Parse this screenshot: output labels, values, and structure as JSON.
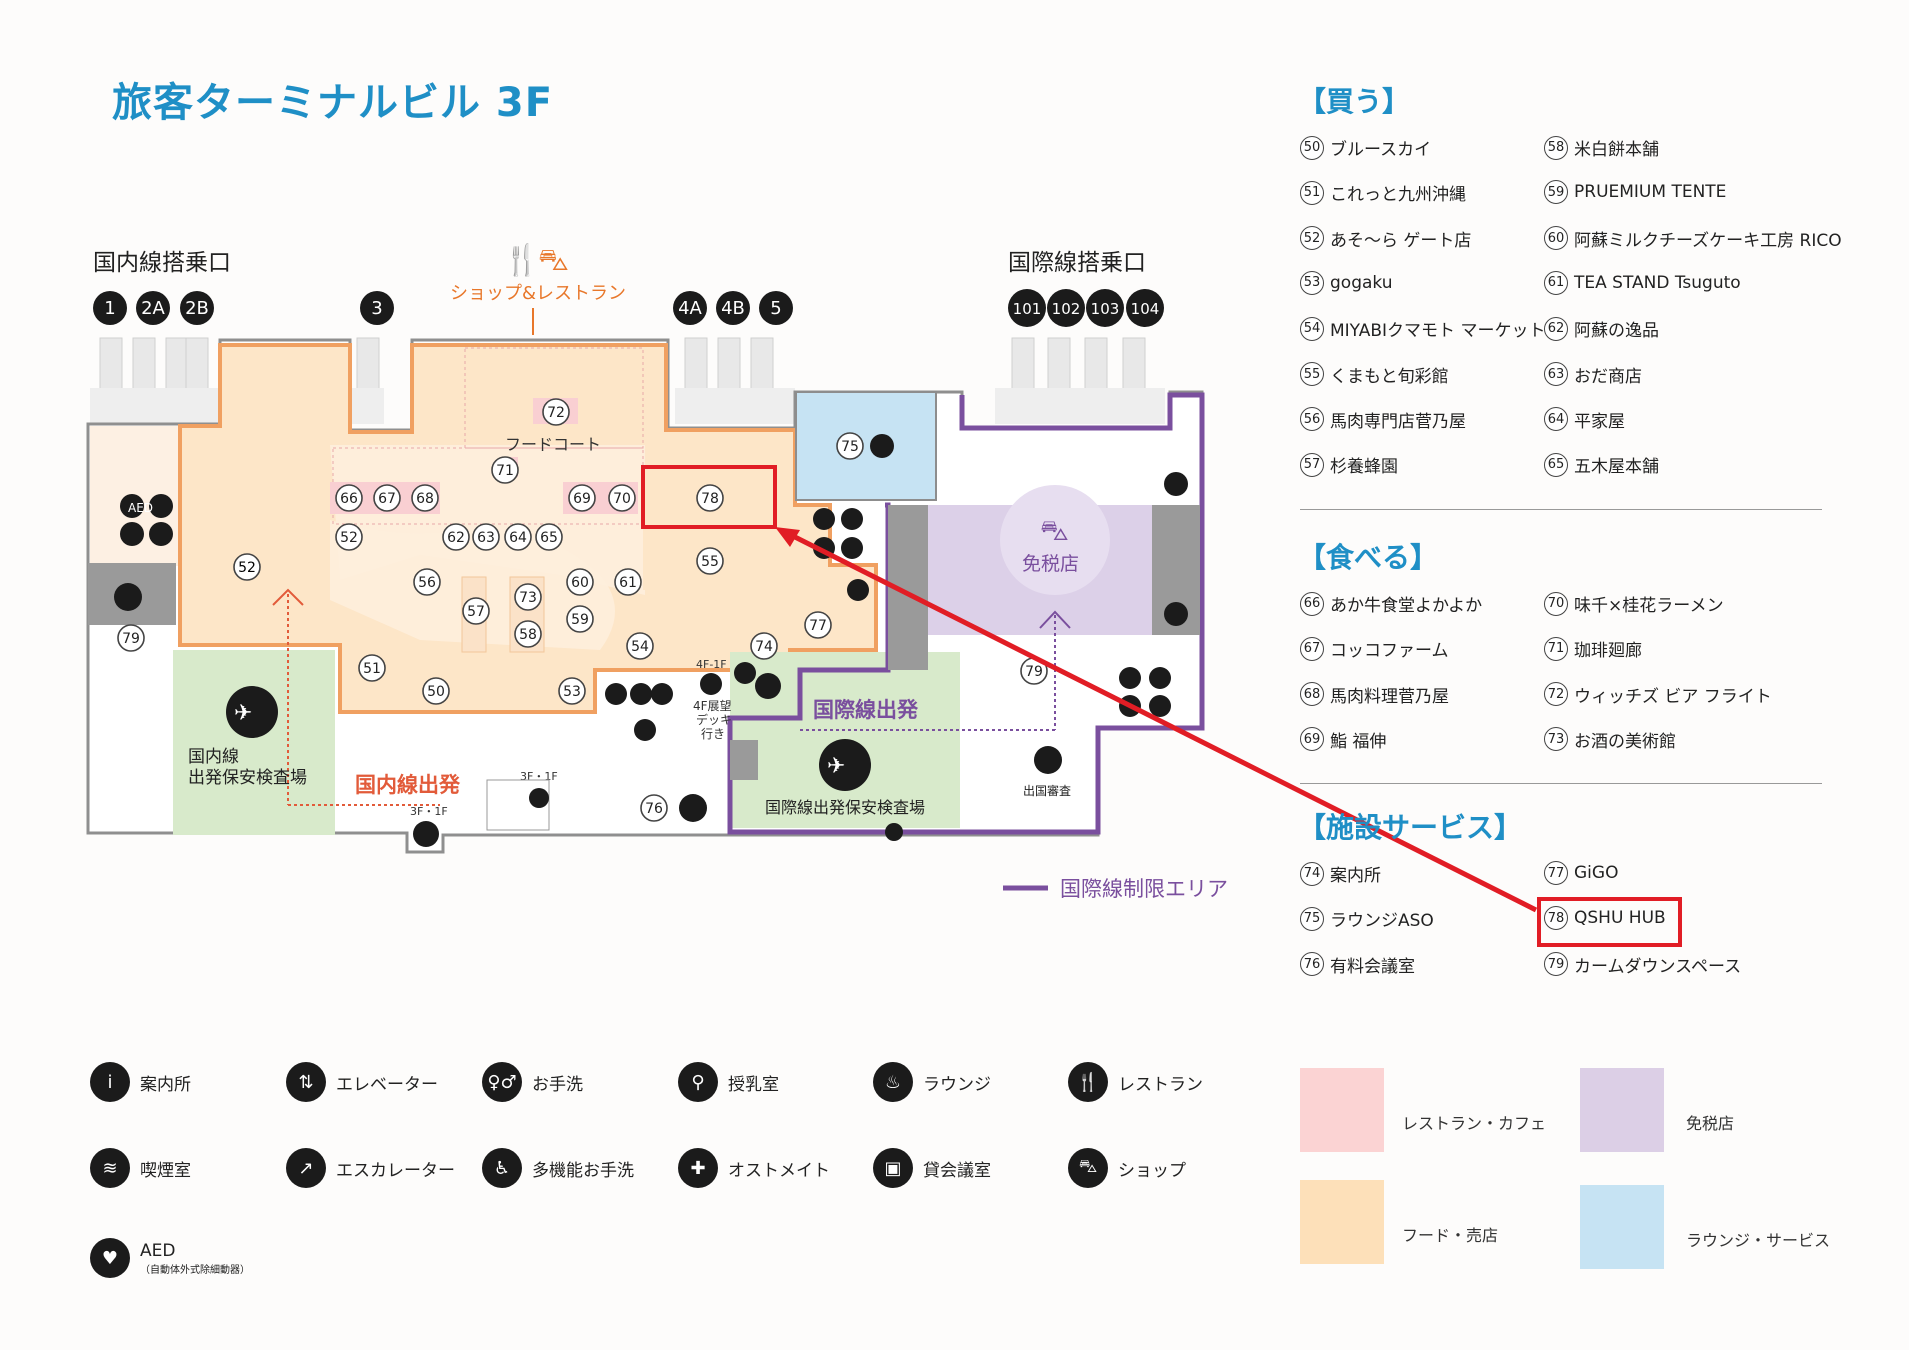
{
  "title": "旅客ターミナルビル 3F",
  "map": {
    "domestic_gate_label": "国内線搭乗口",
    "international_gate_label": "国際線搭乗口",
    "domestic_gates": [
      "1",
      "2A",
      "2B",
      "3",
      "4A",
      "4B",
      "5"
    ],
    "international_gates": [
      "101",
      "102",
      "103",
      "104"
    ],
    "shop_restaurant_label": "ショップ&レストラン",
    "food_court_label": "フードコート",
    "duty_free_label": "免税店",
    "domestic_departure_label": "国内線出発",
    "international_departure_label": "国際線出発",
    "domestic_security_label_1": "国内線",
    "domestic_security_label_2": "出発保安検査場",
    "international_security_label": "国際線出発保安検査場",
    "emigration_label": "出国審査",
    "deck_label_1": "4F展望",
    "deck_label_2": "デッキ",
    "deck_label_3": "行き",
    "floor_4f1f": "4F-1F",
    "floor_3f1f": "3F・1F",
    "floor_3f1f_b": "3F・1F",
    "restricted_area_label": "国際線制限エリア",
    "aed_small": "AED"
  },
  "sections": [
    {
      "heading": "【買う】",
      "items": [
        {
          "num": "50",
          "name": "ブルースカイ"
        },
        {
          "num": "51",
          "name": "これっと九州沖縄"
        },
        {
          "num": "52",
          "name": "あそ〜ら ゲート店"
        },
        {
          "num": "53",
          "name": "gogaku"
        },
        {
          "num": "54",
          "name": "MIYABIクマモト マーケット"
        },
        {
          "num": "55",
          "name": "くまもと旬彩館"
        },
        {
          "num": "56",
          "name": "馬肉専門店菅乃屋"
        },
        {
          "num": "57",
          "name": "杉養蜂園"
        },
        {
          "num": "58",
          "name": "米白餅本舗"
        },
        {
          "num": "59",
          "name": "PRUEMIUM TENTE"
        },
        {
          "num": "60",
          "name": "阿蘇ミルクチーズケーキ工房 RICO"
        },
        {
          "num": "61",
          "name": "TEA STAND Tsuguto"
        },
        {
          "num": "62",
          "name": "阿蘇の逸品"
        },
        {
          "num": "63",
          "name": "おだ商店"
        },
        {
          "num": "64",
          "name": "平家屋"
        },
        {
          "num": "65",
          "name": "五木屋本舗"
        }
      ]
    },
    {
      "heading": "【食べる】",
      "items": [
        {
          "num": "66",
          "name": "あか牛食堂よかよか"
        },
        {
          "num": "67",
          "name": "コッコファーム"
        },
        {
          "num": "68",
          "name": "馬肉料理菅乃屋"
        },
        {
          "num": "69",
          "name": "鮨 福伸"
        },
        {
          "num": "70",
          "name": "味千×桂花ラーメン"
        },
        {
          "num": "71",
          "name": "珈琲廻廊"
        },
        {
          "num": "72",
          "name": "ウィッチズ ビア フライト"
        },
        {
          "num": "73",
          "name": "お酒の美術館"
        }
      ]
    },
    {
      "heading": "【施設サービス】",
      "items": [
        {
          "num": "74",
          "name": "案内所"
        },
        {
          "num": "75",
          "name": "ラウンジASO"
        },
        {
          "num": "76",
          "name": "有料会議室"
        },
        {
          "num": "77",
          "name": "GiGO"
        },
        {
          "num": "78",
          "name": "QSHU HUB"
        },
        {
          "num": "79",
          "name": "カームダウンスペース"
        }
      ]
    }
  ],
  "legend_icons": [
    {
      "icon": "info-icon",
      "glyph": "i",
      "label": "案内所"
    },
    {
      "icon": "elevator-icon",
      "glyph": "⇅",
      "label": "エレベーター"
    },
    {
      "icon": "restroom-icon",
      "glyph": "♀♂",
      "label": "お手洗"
    },
    {
      "icon": "nursing-room-icon",
      "glyph": "⚲",
      "label": "授乳室"
    },
    {
      "icon": "lounge-icon",
      "glyph": "♨",
      "label": "ラウンジ"
    },
    {
      "icon": "restaurant-icon",
      "glyph": "🍴",
      "label": "レストラン"
    },
    {
      "icon": "smoking-room-icon",
      "glyph": "≋",
      "label": "喫煙室"
    },
    {
      "icon": "escalator-icon",
      "glyph": "↗",
      "label": "エスカレーター"
    },
    {
      "icon": "accessible-restroom-icon",
      "glyph": "♿",
      "label": "多機能お手洗"
    },
    {
      "icon": "ostomate-icon",
      "glyph": "✚",
      "label": "オストメイト"
    },
    {
      "icon": "meeting-room-icon",
      "glyph": "▣",
      "label": "貸会議室"
    },
    {
      "icon": "shop-icon",
      "glyph": "⛍",
      "label": "ショップ"
    },
    {
      "icon": "aed-icon",
      "glyph": "♥",
      "label": "AED",
      "sub": "（自動体外式除細動器）"
    }
  ],
  "area_legend": [
    {
      "label": "レストラン・カフェ",
      "color": "#fbd3d3"
    },
    {
      "label": "免税店",
      "color": "#dccfe6"
    },
    {
      "label": "フード・売店",
      "color": "#fde0b9"
    },
    {
      "label": "ラウンジ・サービス",
      "color": "#c6e3f3"
    }
  ],
  "colors": {
    "accent_blue": "#1f8fc6",
    "food_fill": "#fde6c8",
    "food_border": "#f0a061",
    "restaurant_pink": "#f9cfd2",
    "dutyfree_purple": "#dcd0e8",
    "intl_line": "#7a4f9e",
    "lounge_blue": "#c6e3f3",
    "security_green": "#d8eacb",
    "highlight_red": "#e11d25"
  },
  "highlight": {
    "target": "78"
  }
}
